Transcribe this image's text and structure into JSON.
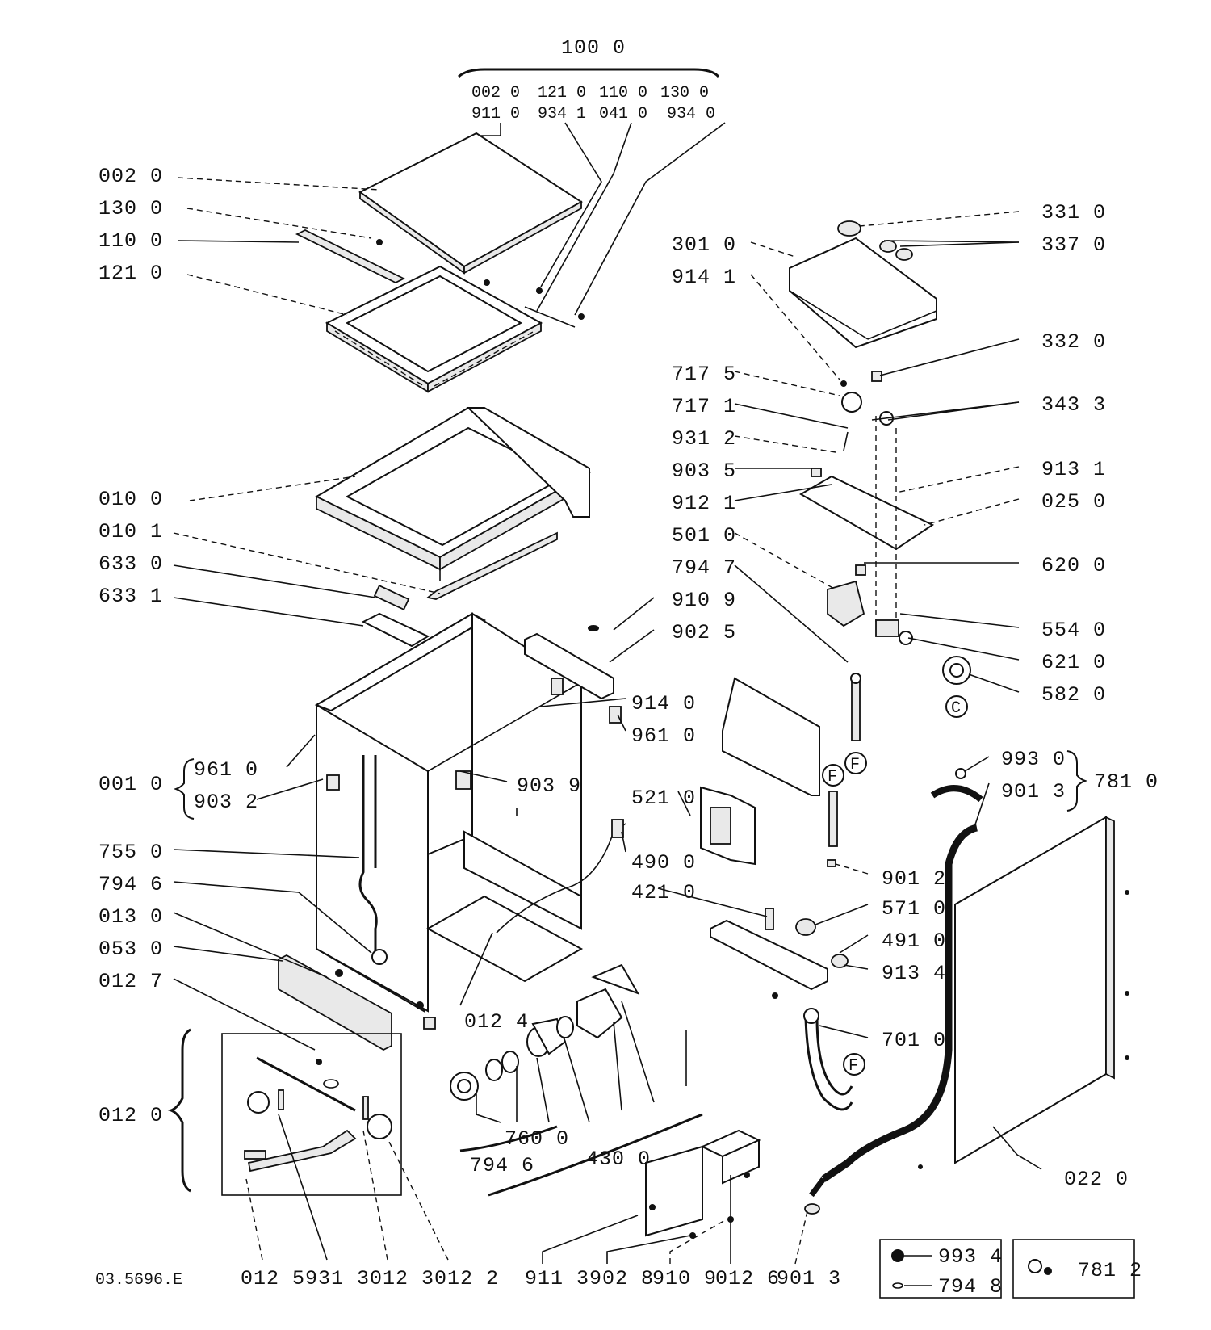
{
  "diagram": {
    "top_group": {
      "label": "100 0",
      "row1": [
        "002 0",
        "121 0",
        "110 0",
        "130 0"
      ],
      "row2": [
        "911 0",
        "934 1",
        "041 0",
        "934 0"
      ]
    },
    "left_labels": [
      "002 0",
      "130 0",
      "110 0",
      "121 0",
      "010 0",
      "010 1",
      "633 0",
      "633 1",
      "001 0",
      "961 0",
      "903 2",
      "755 0",
      "794 6",
      "013 0",
      "053 0",
      "012 7",
      "012 0"
    ],
    "right_labels": [
      "331 0",
      "337 0",
      "332 0",
      "343 3",
      "913 1",
      "025 0",
      "620 0",
      "554 0",
      "621 0",
      "582 0",
      "993 0",
      "901 3",
      "781 0",
      "022 0"
    ],
    "center_labels": [
      "301 0",
      "914 1",
      "717 5",
      "717 1",
      "931 2",
      "903 5",
      "912 1",
      "501 0",
      "794 7",
      "910 9",
      "902 5",
      "914 0",
      "961 0",
      "903 9",
      "521 0",
      "490 0",
      "421 0",
      "571 0",
      "491 0",
      "913 4",
      "901 2",
      "701 0",
      "012 4",
      "760 0",
      "794 6",
      "430 0"
    ],
    "bottom_labels": [
      "012 5",
      "931 3",
      "012 3",
      "012 2",
      "911 3",
      "902 8",
      "910 9",
      "012 6",
      "901 3"
    ],
    "legend": [
      {
        "code": "993 4"
      },
      {
        "code": "794 8"
      },
      {
        "code": "781 2"
      }
    ],
    "drawing_id": "03.5696.E",
    "circled_letters": [
      "F",
      "F",
      "F",
      "C"
    ]
  }
}
